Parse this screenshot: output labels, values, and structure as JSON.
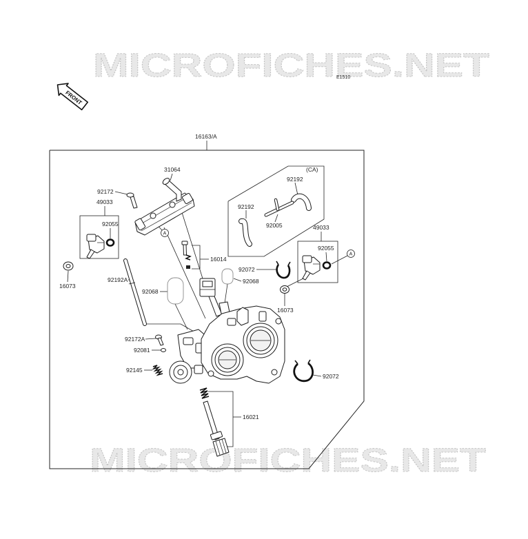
{
  "watermark": {
    "top": "MICROFICHES.NET",
    "bottom": "MICROFICHES.NET"
  },
  "diagram_code": "E1510",
  "front_label": "FRONT",
  "assembly_number": "16163/A",
  "callouts": [
    "31064",
    "92172",
    "49033",
    "92055",
    "16073",
    "92192A",
    "92068",
    "92172A",
    "92081",
    "92145",
    "16014",
    "92072",
    "92068",
    "16073",
    "92072",
    "16021",
    "49033",
    "92055"
  ],
  "ca_group": {
    "tag": "(CA)",
    "callouts": [
      "92192",
      "92192",
      "92005"
    ]
  },
  "reference_marks": [
    "A",
    "A"
  ]
}
